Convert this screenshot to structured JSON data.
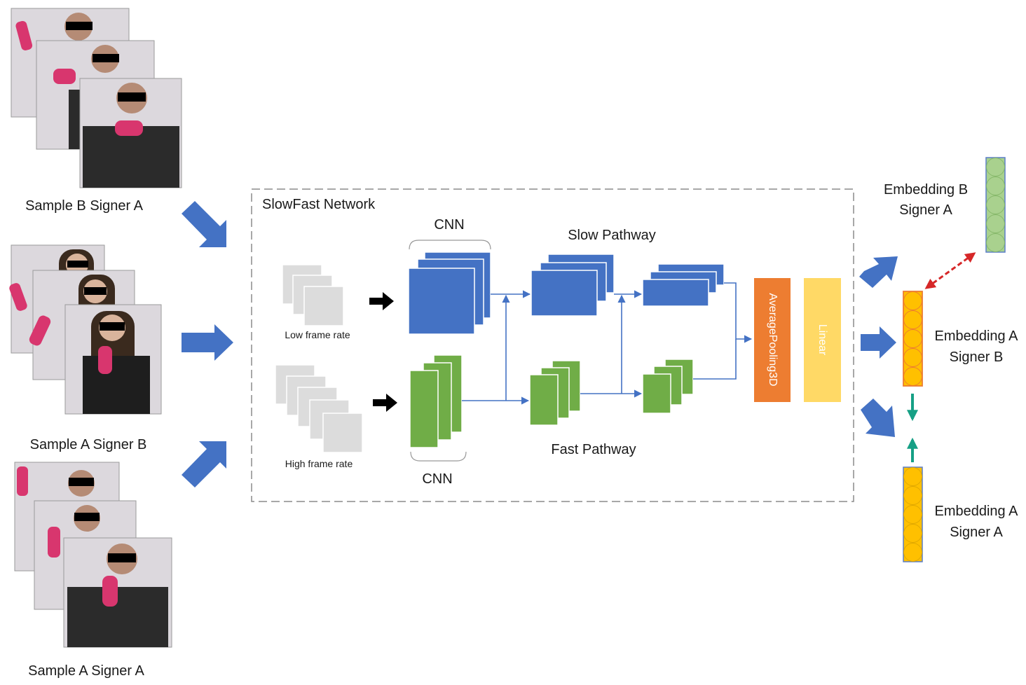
{
  "samples": {
    "b_signer_a": "Sample B Signer A",
    "a_signer_b": "Sample A Signer B",
    "a_signer_a": "Sample A Signer A"
  },
  "network": {
    "title": "SlowFast Network",
    "cnn_top": "CNN",
    "cnn_bottom": "CNN",
    "low_frame_rate": "Low frame rate",
    "high_frame_rate": "High frame rate",
    "slow_pathway": "Slow Pathway",
    "fast_pathway": "Fast Pathway",
    "pooling": "AveragePooling3D",
    "linear": "Linear"
  },
  "embeddings": {
    "b_signer_a": {
      "line1": "Embedding B",
      "line2": "Signer A"
    },
    "a_signer_b": {
      "line1": "Embedding A",
      "line2": "Signer B"
    },
    "a_signer_a": {
      "line1": "Embedding A",
      "line2": "Signer A"
    }
  },
  "colors": {
    "slow_blue": "#4472c4",
    "fast_green": "#70ad47",
    "pooling_orange": "#ed7d31",
    "linear_yellow": "#ffd966",
    "embedding_green": "#a9d18e",
    "embedding_yellow": "#ffc000",
    "embedding_edge": "#5b7ec8",
    "arrow_blue": "#4472c4",
    "frame_gray": "#dcdcdc",
    "red_arrow": "#d62728",
    "teal_arrow": "#16a085"
  }
}
